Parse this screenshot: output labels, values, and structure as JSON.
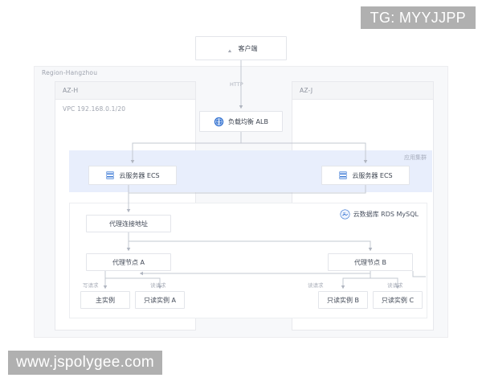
{
  "watermarks": {
    "telegram": "TG: MYYJJPP",
    "site": "www.jspolygee.com"
  },
  "diagram": {
    "title": "",
    "region": {
      "label": "Region-Hangzhou"
    },
    "availability_zones": [
      {
        "id": "az-h",
        "label": "AZ-H"
      },
      {
        "id": "az-j",
        "label": "AZ-J"
      }
    ],
    "vpc": {
      "label": "VPC 192.168.0.1/20"
    },
    "app_cluster": {
      "label": "应用集群"
    },
    "rds": {
      "label": "云数据库 RDS MySQL",
      "icon": "rds-mysql-icon"
    },
    "nodes": {
      "client": {
        "label": "客户端",
        "icon": "monitor-icon"
      },
      "alb": {
        "label": "负载均衡 ALB",
        "icon": "load-balancer-icon"
      },
      "ecs_a": {
        "label": "云服务器 ECS",
        "icon": "server-icon"
      },
      "ecs_b": {
        "label": "云服务器 ECS",
        "icon": "server-icon"
      },
      "proxy_addr": {
        "label": "代理连接地址"
      },
      "proxy_a": {
        "label": "代理节点 A"
      },
      "proxy_b": {
        "label": "代理节点 B"
      },
      "primary": {
        "label": "主实例"
      },
      "readonly_a": {
        "label": "只读实例 A"
      },
      "readonly_b": {
        "label": "只读实例 B"
      },
      "readonly_c": {
        "label": "只读实例 C"
      }
    },
    "edge_labels": {
      "http": "HTTP",
      "write_request": "写请求",
      "read_request_a": "读请求",
      "read_request_b": "读请求",
      "read_request_c": "读请求"
    },
    "colors": {
      "canvas": "#ffffff",
      "region_fill": "#f7f8fa",
      "az_fill": "#ffffff",
      "app_cluster_fill": "#e8eefc",
      "node_border": "#e3e5ea",
      "wire": "#b9bec8",
      "icon_blue": "#2f6fd0",
      "text": "#3d4450",
      "muted_text": "#a0a5b0",
      "watermark_bg": "#b0b0b0"
    }
  }
}
